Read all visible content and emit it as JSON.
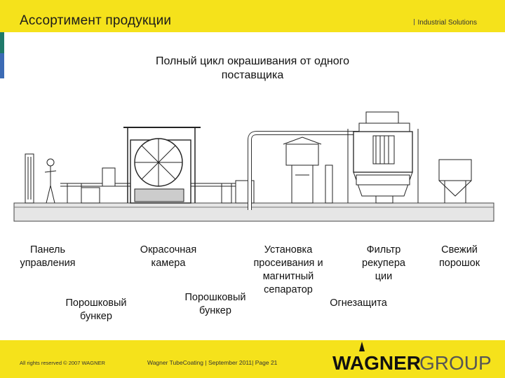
{
  "header": {
    "title": "Ассортимент продукции",
    "brand_tag": "Industrial Solutions",
    "accent_color": "#f5e21b"
  },
  "headline": {
    "line1": "Полный цикл окрашивания от одного",
    "line2": "поставщика"
  },
  "labels": {
    "control_panel": [
      "Панель",
      "управления"
    ],
    "spray_booth": [
      "Окрасочная",
      "камера"
    ],
    "sieving": [
      "Установка",
      "просеивания и",
      "магнитный",
      "сепаратор"
    ],
    "recovery_filter": [
      "Фильтр",
      "рекупера",
      "ции"
    ],
    "fresh_powder": [
      "Свежий",
      "порошок"
    ],
    "powder_hopper_1": [
      "Порошковый",
      "бункер"
    ],
    "powder_hopper_2": [
      "Порошковый",
      "бункер"
    ],
    "fire_protection": [
      "Огнезащита"
    ]
  },
  "footer": {
    "copyright": "All rights reserved © 2007 WAGNER",
    "slide_info": "Wagner TubeCoating | September 2011| Page 21",
    "logo_word": "WAGNER",
    "logo_group": "GROUP"
  }
}
